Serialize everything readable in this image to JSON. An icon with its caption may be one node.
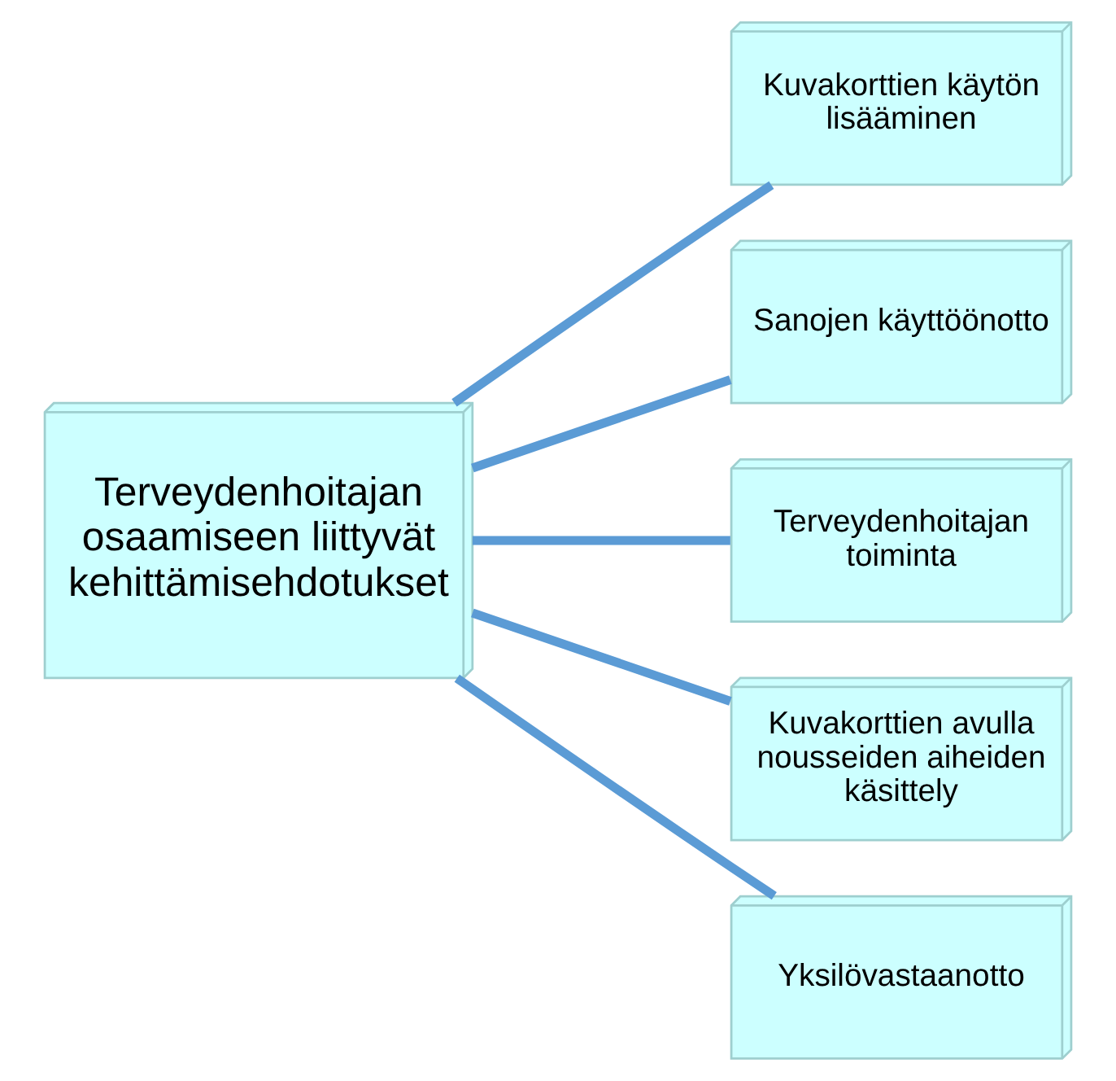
{
  "diagram": {
    "nodes": [
      {
        "text": [
          "Terveydenhoitajan osaamiseen liittyvät kehittämisehdotukset"
        ]
      },
      {
        "text": [
          "Kuvakorttien käytön lisääminen"
        ]
      },
      {
        "text": [
          "Sanojen käyttöönotto"
        ]
      },
      {
        "text": [
          "Terveydenhoitajan toiminta"
        ]
      },
      {
        "text": [
          "Kuvakorttien avulla nousseiden aiheiden käsittely"
        ]
      },
      {
        "text": [
          "Yksilövastaanotto"
        ]
      }
    ],
    "edges": [
      {
        "from": 0,
        "to": 1,
        "arrow": "none"
      },
      {
        "from": 0,
        "to": 2,
        "arrow": "none"
      },
      {
        "from": 0,
        "to": 3,
        "arrow": "none"
      },
      {
        "from": 0,
        "to": 4,
        "arrow": "none"
      },
      {
        "from": 0,
        "to": 5,
        "arrow": "none"
      }
    ]
  }
}
